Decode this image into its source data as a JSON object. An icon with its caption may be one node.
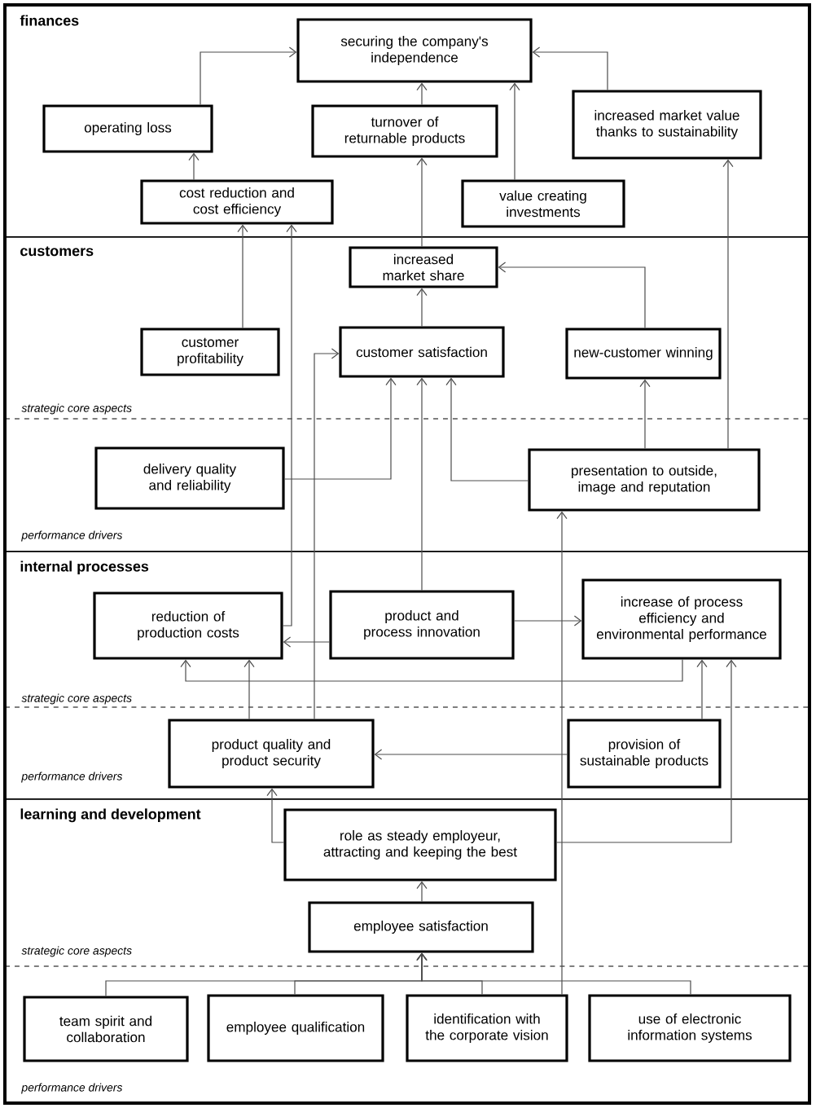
{
  "diagram": {
    "nodes": [
      {
        "text": [
          "finances"
        ]
      },
      {
        "text": [
          "securing the company's independence"
        ],
        "in": 0
      },
      {
        "text": [
          "operating loss"
        ],
        "in": 0
      },
      {
        "text": [
          "turnover of returnable products"
        ],
        "in": 0
      },
      {
        "text": [
          "increased market value thanks to sustainability"
        ],
        "in": 0
      },
      {
        "text": [
          "cost reduction and cost efficiency"
        ],
        "in": 0
      },
      {
        "text": [
          "value creating investments"
        ],
        "in": 0
      },
      {
        "text": [
          "customers"
        ]
      },
      {
        "text": [
          "increased market share"
        ],
        "in": 7
      },
      {
        "text": [
          "customer profitability"
        ],
        "in": 7
      },
      {
        "text": [
          "customer satisfaction"
        ],
        "in": 7
      },
      {
        "text": [
          "new-customer winning"
        ],
        "in": 7
      },
      {
        "text": [
          "delivery quality and reliability"
        ],
        "in": 7
      },
      {
        "text": [
          "presentation to outside, image and reputation"
        ],
        "in": 7
      },
      {
        "text": [
          "internal processes"
        ]
      },
      {
        "text": [
          "reduction of production costs"
        ],
        "in": 14
      },
      {
        "text": [
          "product and process innovation"
        ],
        "in": 14
      },
      {
        "text": [
          "increase of process efficiency and environmental performance"
        ],
        "in": 14
      },
      {
        "text": [
          "product quality and product security"
        ],
        "in": 14
      },
      {
        "text": [
          "provision of sustainable products"
        ],
        "in": 14
      },
      {
        "text": [
          "learning and development"
        ]
      },
      {
        "text": [
          "role as steady employeur, attracting and keeping the best"
        ],
        "in": 20
      },
      {
        "text": [
          "employee satisfaction"
        ],
        "in": 20
      },
      {
        "text": [
          "team spirit and collaboration"
        ],
        "in": 20
      },
      {
        "text": [
          "employee qualification"
        ],
        "in": 20
      },
      {
        "text": [
          "identification with the corporate vision"
        ],
        "in": 20
      },
      {
        "text": [
          "use of electronic information systems"
        ],
        "in": 20
      }
    ],
    "edges": [
      {
        "from": 2,
        "to": 1,
        "arrow": "to"
      },
      {
        "from": 3,
        "to": 1,
        "arrow": "to"
      },
      {
        "from": 6,
        "to": 1,
        "arrow": "to"
      },
      {
        "from": 4,
        "to": 1,
        "arrow": "to"
      },
      {
        "from": 5,
        "to": 2,
        "arrow": "to"
      },
      {
        "from": 8,
        "to": 3,
        "arrow": "to"
      },
      {
        "from": 9,
        "to": 5,
        "arrow": "to"
      },
      {
        "from": 15,
        "to": 5,
        "arrow": "to"
      },
      {
        "from": 18,
        "to": 10,
        "arrow": "to"
      },
      {
        "from": 12,
        "to": 10,
        "arrow": "to"
      },
      {
        "from": 16,
        "to": 10,
        "arrow": "to"
      },
      {
        "from": 13,
        "to": 10,
        "arrow": "to"
      },
      {
        "from": 10,
        "to": 8,
        "arrow": "to"
      },
      {
        "from": 11,
        "to": 8,
        "arrow": "to"
      },
      {
        "from": 13,
        "to": 11,
        "arrow": "to"
      },
      {
        "from": 13,
        "to": 4,
        "arrow": "to"
      },
      {
        "from": 25,
        "to": 13,
        "arrow": "to"
      },
      {
        "from": 16,
        "to": 17,
        "arrow": "to"
      },
      {
        "from": 16,
        "to": 15,
        "arrow": "to"
      },
      {
        "from": 17,
        "to": 15,
        "arrow": "to"
      },
      {
        "from": 18,
        "to": 15,
        "arrow": "to"
      },
      {
        "from": 19,
        "to": 18,
        "arrow": "to"
      },
      {
        "from": 19,
        "to": 17,
        "arrow": "to"
      },
      {
        "from": 21,
        "to": 18,
        "arrow": "to"
      },
      {
        "from": 21,
        "to": 17,
        "arrow": "to"
      },
      {
        "from": 22,
        "to": 21,
        "arrow": "to"
      },
      {
        "from": 23,
        "to": 22,
        "arrow": "to"
      },
      {
        "from": 24,
        "to": 22,
        "arrow": "to"
      },
      {
        "from": 25,
        "to": 22,
        "arrow": "to"
      },
      {
        "from": 26,
        "to": 22,
        "arrow": "to"
      }
    ],
    "labels": [
      "strategic core aspects",
      "performance drivers",
      "strategic core aspects",
      "performance drivers",
      "strategic core aspects",
      "performance drivers"
    ]
  }
}
